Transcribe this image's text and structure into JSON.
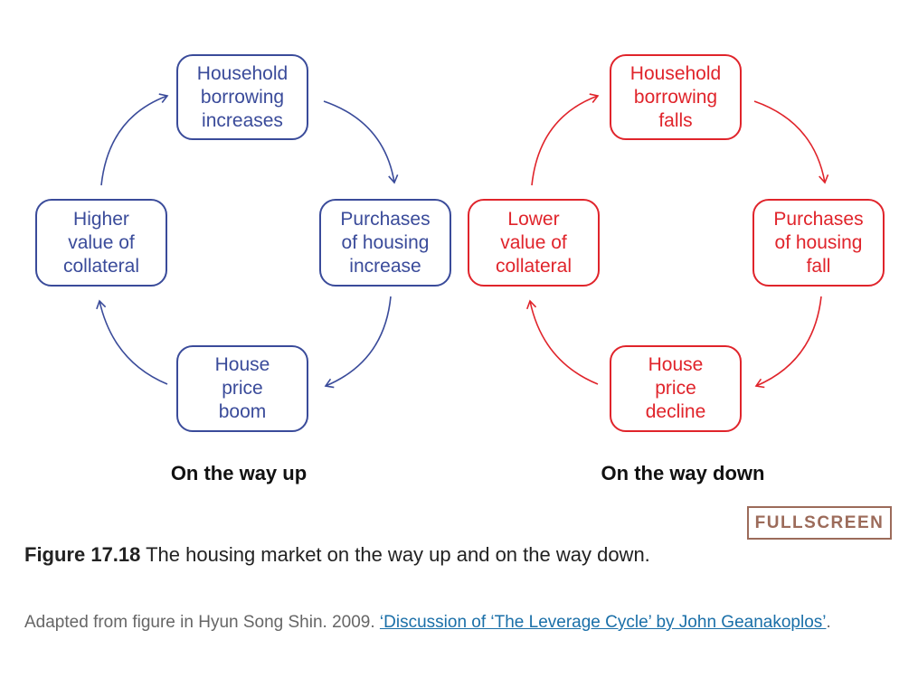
{
  "diagrams": [
    {
      "color": "#3a4b9a",
      "label": "On the way up",
      "nodes": {
        "top": "Household\nborrowing\nincreases",
        "right": "Purchases\nof housing\nincrease",
        "bottom": "House\nprice\nboom",
        "left": "Higher\nvalue of\ncollateral"
      }
    },
    {
      "color": "#e0242b",
      "label": "On the way down",
      "nodes": {
        "top": "Household\nborrowing\nfalls",
        "right": "Purchases\nof housing\nfall",
        "bottom": "House\nprice\ndecline",
        "left": "Lower\nvalue of\ncollateral"
      }
    }
  ],
  "fullscreen_label": "FULLSCREEN",
  "caption": {
    "figure_number": "Figure 17.18",
    "text": " The housing market on the way up and on the way down."
  },
  "source": {
    "prefix": "Adapted from figure in Hyun Song Shin. 2009. ",
    "link_text": "‘Discussion of ‘The Leverage Cycle’ by John Geanakoplos’",
    "suffix": "."
  }
}
